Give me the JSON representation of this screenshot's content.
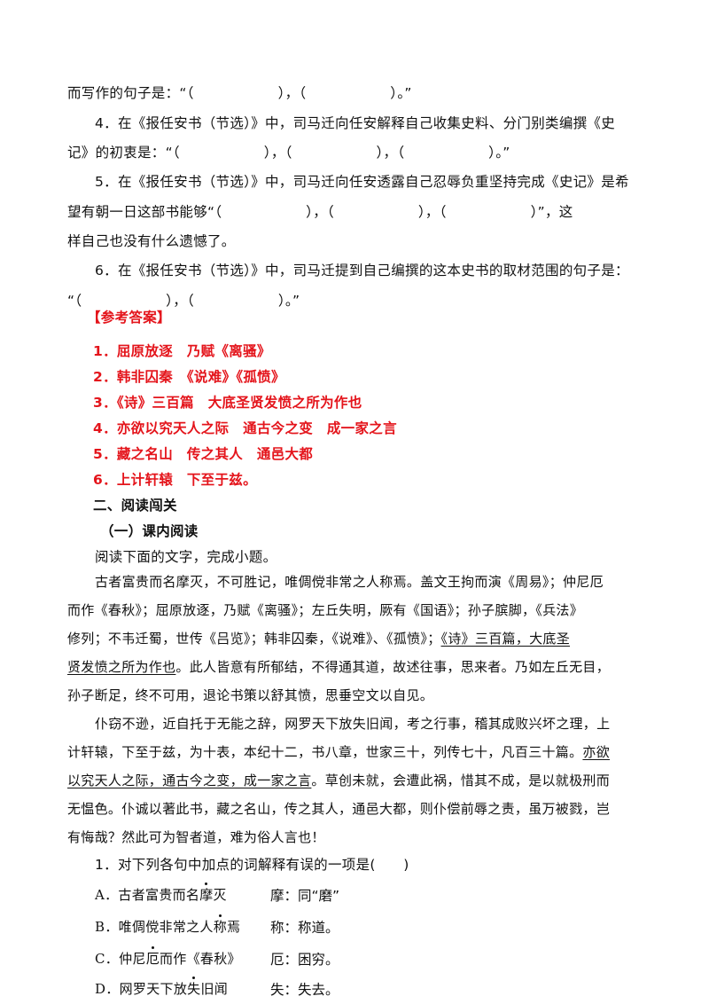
{
  "blanks": {
    "l1": "而写作的句子是：“（　　　　　　），（　　　　　　）。”",
    "q4a": "4．在《报任安书（节选）》中，司马迁向任安解释自己收集史料、分门别类编撰《史",
    "q4b": "记》的初衷是：“（　　　　　　），（　　　　　　），（　　　　　　）。”",
    "q5a": "5．在《报任安书（节选）》中，司马迁向任安透露自己忍辱负重坚持完成《史记》是希",
    "q5b": "望有朝一日这部书能够“（　　　　　　），（　　　　　　），（　　　　　　）”，这",
    "q5c": "样自己也没有什么遗憾了。",
    "q6a": "6．在《报任安书（节选）》中，司马迁提到自己编撰的这本史书的取材范围的句子是：",
    "q6b": "“（　　　　　　），（　　　　　　）。”"
  },
  "answers": {
    "header": "【参考答案】",
    "items": [
      "1．屈原放逐　乃赋《离骚》",
      "2．韩非囚秦　《说难》《孤愤》",
      "3．《诗》三百篇　大底圣贤发愤之所为作也",
      "4．亦欲以究天人之际　通古今之变　成一家之言",
      "5．藏之名山　传之其人　通邑大都",
      "6．上计轩辕　下至于兹。"
    ]
  },
  "section2": {
    "title": "二、阅读闯关",
    "sub": "（一）课内阅读",
    "instruction": "阅读下面的文字，完成小题。"
  },
  "passage": {
    "p1_l1": "古者富贵而名摩灭，不可胜记，唯倜傥非常之人称焉。盖文王拘而演《周易》；仲尼厄",
    "p1_l2": "而作《春秋》；屈原放逐，乃赋《离骚》；左丘失明，厥有《国语》；孙子膑脚，《兵法》",
    "p1_l3": "修列；不韦迁蜀，世传《吕览》；韩非囚秦，《说难》、《孤愤》；",
    "p1_l3_ul": "《诗》三百篇，大底圣",
    "p1_l4_ul": "贤发愤之所为作也",
    "p1_l4": "。此人皆意有所郁结，不得通其道，故述往事，思来者。乃如左丘无目，",
    "p1_l5": "孙子断足，终不可用，退论书策以舒其愤，思垂空文以自见。",
    "p2_l1": "仆窃不逊，近自托于无能之辞，网罗天下放失旧闻，考之行事，稽其成败兴坏之理，上",
    "p2_l2": "计轩辕，下至于兹，为十表，本纪十二，书八章，世家三十，列传七十，凡百三十篇。",
    "p2_l2_ul": "亦欲",
    "p2_l3_ul": "以究天人之际，通古今之变，成一家之言",
    "p2_l3": "。草创未就，会遭此祸，惜其不成，是以就极刑而",
    "p2_l4": "无愠色。仆诚以著此书，藏之名山，传之其人，通邑大都，则仆偿前辱之责，虽万被戮，岂",
    "p2_l5": "有悔哉？然此可为智者道，难为俗人言也！"
  },
  "question1": {
    "stem": "1．对下列各句中加点的词解释有误的一项是(　　)",
    "options": [
      {
        "pre": "A．古者富贵而名",
        "dot": "摩",
        "post": "灭",
        "note": "摩：同“磨”"
      },
      {
        "pre": "B．唯倜傥非常之人",
        "dot": "称",
        "post": "焉",
        "note": "称：称道。"
      },
      {
        "pre": "C．仲尼",
        "dot": "厄",
        "post": "而作《春秋》",
        "note": "厄：困穷。"
      },
      {
        "pre": "D．网罗天下放",
        "dot": "失",
        "post": "旧闻",
        "note": "失：失去。"
      }
    ]
  }
}
